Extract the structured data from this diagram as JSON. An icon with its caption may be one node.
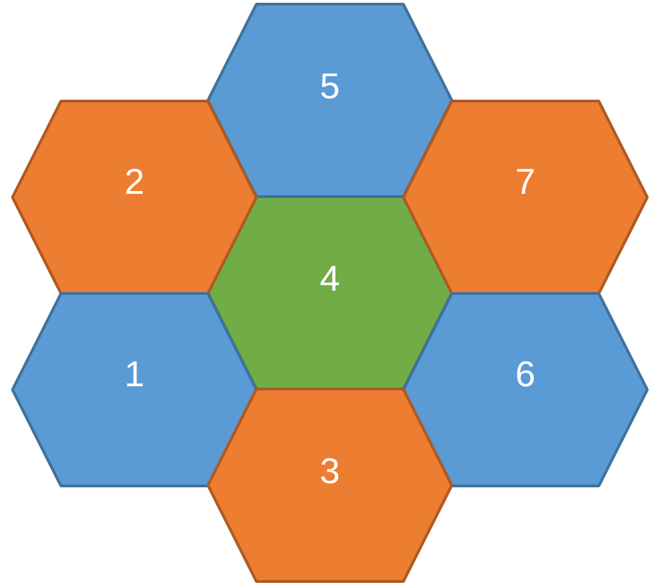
{
  "diagram": {
    "nodes": [
      {
        "text": [
          "5"
        ]
      },
      {
        "text": [
          "2"
        ]
      },
      {
        "text": [
          "7"
        ]
      },
      {
        "text": [
          "4"
        ]
      },
      {
        "text": [
          "1"
        ]
      },
      {
        "text": [
          "6"
        ]
      },
      {
        "text": [
          "3"
        ]
      }
    ]
  }
}
